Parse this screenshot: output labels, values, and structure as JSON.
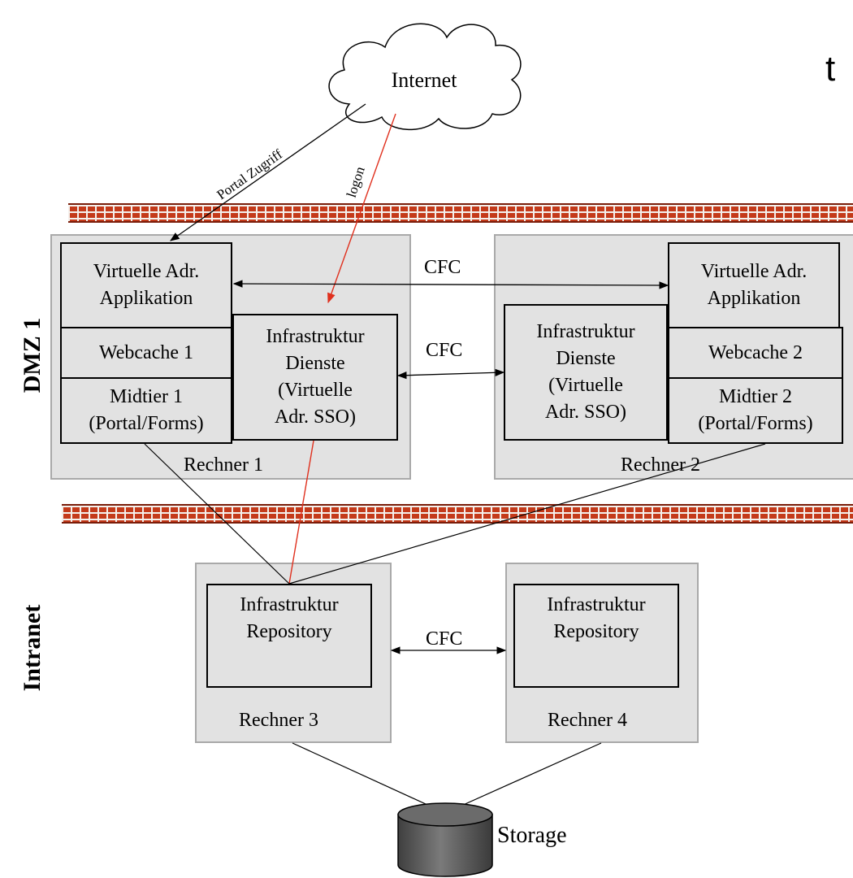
{
  "corner_fragment": "t",
  "cloud": {
    "label": "Internet"
  },
  "links": {
    "portal_access": "Portal Zugriff",
    "logon": "logon"
  },
  "zones": {
    "dmz": "DMZ 1",
    "intranet": "Intranet"
  },
  "cfc": {
    "top": "CFC",
    "middle": "CFC",
    "bottom": "CFC"
  },
  "rechner1": {
    "label": "Rechner 1",
    "app": "Virtuelle Adr.\nApplikation",
    "webcache": "Webcache 1",
    "midtier": "Midtier 1\n(Portal/Forms)",
    "infra": "Infrastruktur\nDienste\n(Virtuelle\nAdr. SSO)"
  },
  "rechner2": {
    "label": "Rechner 2",
    "app": "Virtuelle Adr.\nApplikation",
    "webcache": "Webcache 2",
    "midtier": "Midtier 2\n(Portal/Forms)",
    "infra": "Infrastruktur\nDienste\n(Virtuelle\nAdr. SSO)"
  },
  "rechner3": {
    "label": "Rechner 3",
    "repo": "Infrastruktur\nRepository"
  },
  "rechner4": {
    "label": "Rechner 4",
    "repo": "Infrastruktur\nRepository"
  },
  "storage": {
    "label": "Storage"
  },
  "colors": {
    "machine_fill": "#e2e2e2",
    "firewall": "#c43a1a",
    "logon_line": "#e0301e"
  }
}
